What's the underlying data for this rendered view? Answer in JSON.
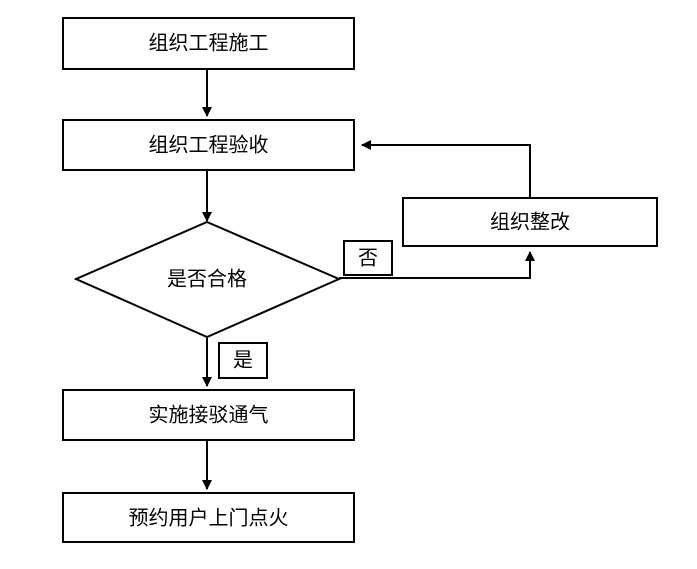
{
  "flowchart": {
    "nodes": {
      "organize_construction": "组织工程施工",
      "organize_acceptance": "组织工程验收",
      "is_qualified": "是否合格",
      "organize_rectification": "组织整改",
      "implement_gas_connection": "实施接驳通气",
      "schedule_home_ignition": "预约用户上门点火"
    },
    "labels": {
      "no": "否",
      "yes": "是"
    },
    "colors": {
      "stroke": "#000000",
      "fill": "#ffffff",
      "text": "#000000"
    }
  }
}
